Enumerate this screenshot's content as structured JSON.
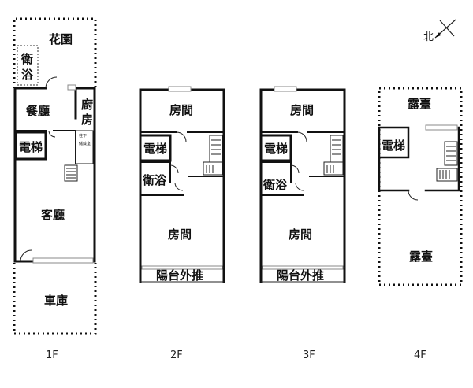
{
  "floors": {
    "f1": {
      "label": "1F",
      "rooms": {
        "garden": "花園",
        "bath": "衛浴",
        "dining": "餐廳",
        "kitchen": "廚房",
        "elevator": "電梯",
        "stair_note": "往下儲藏室",
        "living": "客廳",
        "garage": "車庫"
      }
    },
    "f2": {
      "label": "2F",
      "rooms": {
        "bedroom_top": "房間",
        "elevator": "電梯",
        "bath": "衛浴",
        "bedroom_main": "房間",
        "balcony": "陽台外推"
      }
    },
    "f3": {
      "label": "3F",
      "rooms": {
        "bedroom_top": "房間",
        "elevator": "電梯",
        "bath": "衛浴",
        "bedroom_main": "房間",
        "balcony": "陽台外推"
      }
    },
    "f4": {
      "label": "4F",
      "rooms": {
        "terrace_top": "露臺",
        "elevator": "電梯",
        "terrace_bottom": "露臺"
      }
    }
  },
  "compass": {
    "label": "北",
    "icon": "north-arrow-icon"
  }
}
